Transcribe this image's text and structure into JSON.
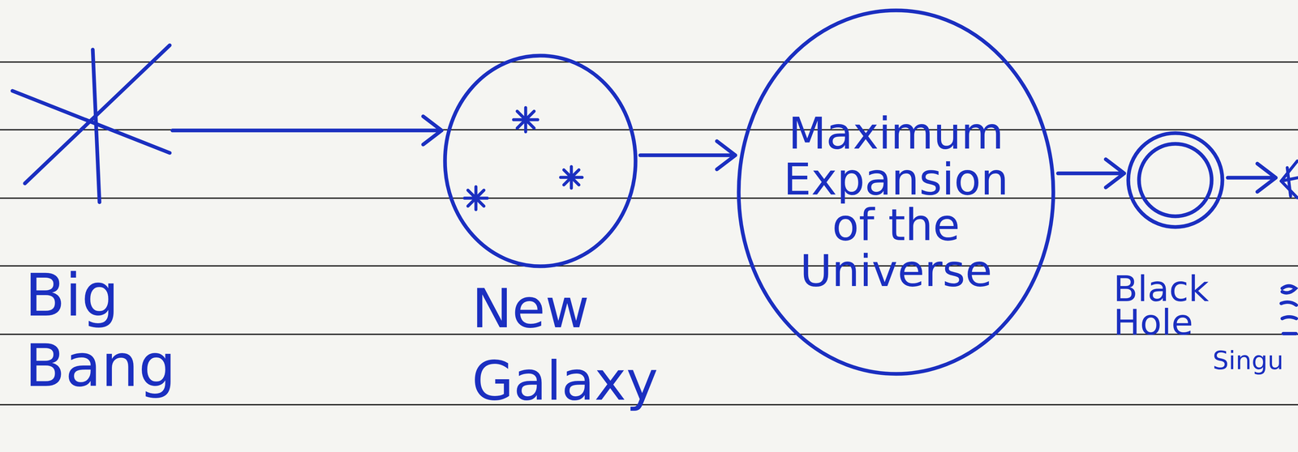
{
  "diagram": {
    "nodes": [
      {
        "text": [
          "Big Bang"
        ]
      },
      {
        "text": [
          "New Galaxy"
        ]
      },
      {
        "text": [
          "Maximum Expansion of the Universe"
        ]
      },
      {
        "text": [
          "Black Hole"
        ]
      },
      {
        "text": [
          "Singu"
        ]
      }
    ],
    "edges": [
      {
        "from": 0,
        "to": 1,
        "arrow": "to"
      },
      {
        "from": 1,
        "to": 2,
        "arrow": "to"
      },
      {
        "from": 2,
        "to": 3,
        "arrow": "to"
      },
      {
        "from": 3,
        "to": 4,
        "arrow": "to"
      }
    ]
  }
}
